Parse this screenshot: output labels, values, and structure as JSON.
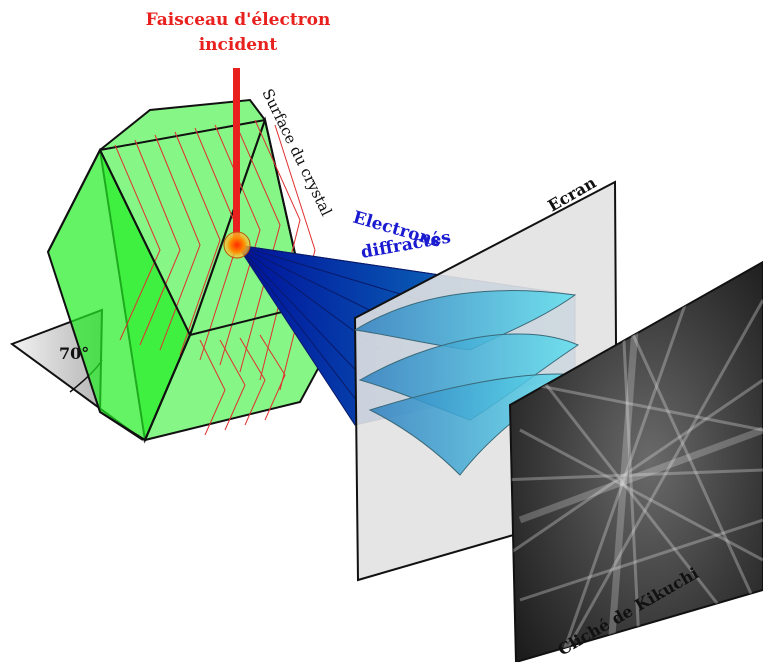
{
  "labels": {
    "beam_line1": "Faisceau d'électron",
    "beam_line2": "incident",
    "surface": "Surface du crystal",
    "diffracted_line1": "Electrons",
    "diffracted_line2": "diffractés",
    "screen": "Ecran",
    "angle": "70°",
    "pattern": "Cliché de Kikuchi"
  },
  "colors": {
    "beam": "#e8201e",
    "crystal": "#22ee22",
    "diffracted": "#1a1ad0",
    "screen": "#e2e2e2",
    "cones": "#4fcde0"
  },
  "icons": {
    "impact": "impact-spot-icon",
    "angle_arc": "angle-arc-icon"
  }
}
